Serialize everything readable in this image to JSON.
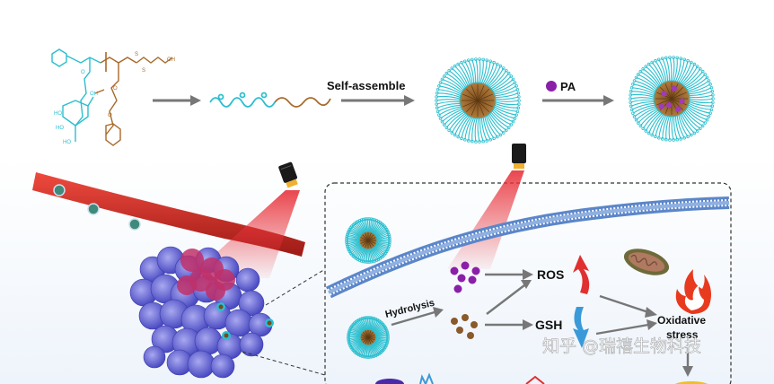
{
  "labels": {
    "self_assemble": "Self-assemble",
    "pa": "PA",
    "hydrolysis": "Hydrolysis",
    "ros": "ROS",
    "gsh": "GSH",
    "oxidative": "Oxidative",
    "stress": "stress"
  },
  "chemistry": {
    "hydroxyl": "OH",
    "sulfur": "S",
    "oxygen": "O",
    "hydroxyl_short": "HO"
  },
  "watermark": "知乎 @瑞禧生物科技",
  "colors": {
    "hydrophilic": "#2bbfcf",
    "hydrophobic": "#a8692a",
    "vessel": "#d9302c",
    "tumor": "#6b6bd6",
    "laser": "#e8323a",
    "pa_dot": "#8a1fa8",
    "gsh_dot": "#8a5a2a",
    "membrane": "#5b86c9",
    "ros_arrow": "#e03030",
    "gsh_arrow": "#3a9ad9",
    "flame": "#e83a1e"
  },
  "icons": [
    "laser-device-icon",
    "mitochondrion-icon",
    "flame-icon",
    "micelle-icon"
  ]
}
